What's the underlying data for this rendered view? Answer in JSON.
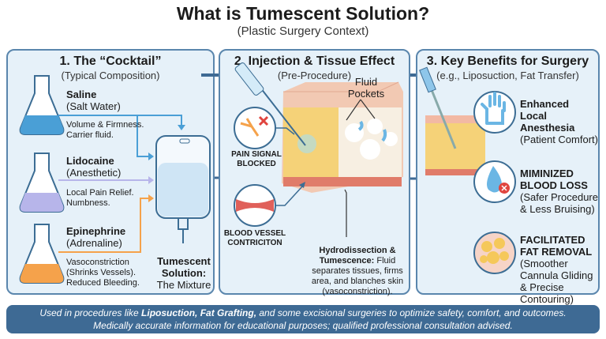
{
  "header": {
    "title": "What is Tumescent Solution?",
    "subtitle": "(Plastic Surgery Context)"
  },
  "panel1": {
    "title": "1. The “Cocktail”",
    "subtitle": "(Typical Composition)",
    "ingredients": [
      {
        "name": "Saline",
        "alias": "(Salt Water)",
        "desc1": "Volume & Firmness.",
        "desc2": "Carrier fluid.",
        "color": "#4a9fd6"
      },
      {
        "name": "Lidocaine",
        "alias": "(Anesthetic)",
        "desc1": "Local Pain Relief.",
        "desc2": "Numbness.",
        "color": "#b7b5ea"
      },
      {
        "name": "Epinephrine",
        "alias": "(Adrenaline)",
        "desc1": "Vasoconstriction",
        "desc2": "(Shrinks Vessels).",
        "desc3": "Reduced Bleeding.",
        "color": "#f5a24b"
      }
    ],
    "mixture_title1": "Tumescent",
    "mixture_title2": "Solution:",
    "mixture_sub": "The Mixture"
  },
  "panel2": {
    "title": "2. Injection & Tissue Effect",
    "subtitle": "(Pre-Procedure)",
    "fluid_pockets": "Fluid Pockets",
    "pain_label1": "PAIN SIGNAL",
    "pain_label2": "BLOCKED",
    "vessel_label1": "BLOOD VESSEL",
    "vessel_label2": "CONTRICITON",
    "hydro_bold": "Hydrodissection & Tumescence:",
    "hydro_text": "Fluid separates tissues, firms area, and blanches skin (vasoconstriction)."
  },
  "panel3": {
    "title": "3. Key Benefits for Surgery",
    "subtitle": "(e.g., Liposuction, Fat Transfer)",
    "benefits": [
      {
        "title1": "Enhanced Local",
        "title2": "Anesthesia",
        "desc": "(Patient Comfort)",
        "icon": "hand-icon"
      },
      {
        "title1": "MIMINIZED",
        "title2": "BLOOD LOSS",
        "desc": "(Safer Procedure & Less Bruising)",
        "icon": "blood-drop-icon"
      },
      {
        "title1": "FACILITATED",
        "title2": "FAT REMOVAL",
        "desc": "(Smoother Cannula Gliding & Precise Contouring)",
        "icon": "fat-cells-icon"
      }
    ]
  },
  "footer": {
    "line1_a": "Used in procedures like ",
    "line1_b": "Liposuction, Fat Grafting,",
    "line1_c": " and some excisional surgeries to optimize safety, comfort, and outcomes.",
    "line2": "Medically accurate information for educational purposes; qualified professional consultation advised."
  },
  "colors": {
    "panel_bg": "#e6f1f9",
    "border": "#5a86ad",
    "footer": "#3e6a94",
    "arrow": "#3e6a94"
  }
}
